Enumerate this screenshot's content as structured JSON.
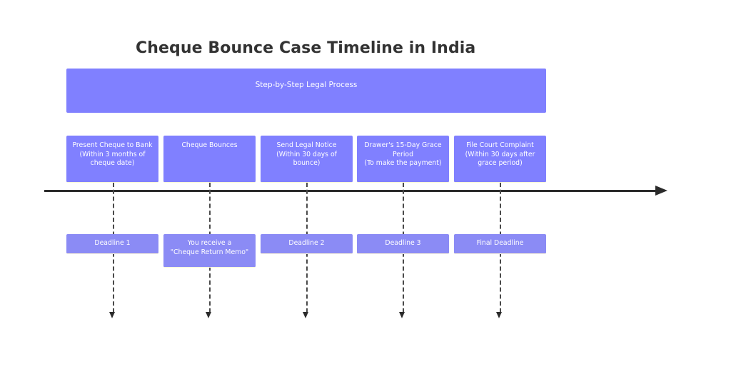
{
  "title": "Cheque Bounce Case Timeline in India",
  "banner": {
    "label": "Step-by-Step Legal Process",
    "color": "#8080ff"
  },
  "colors": {
    "box_fill": "#8080ff",
    "deadline_fill": "#8b8bf5",
    "axis": "#2b2b2b",
    "connector": "#4a4a4a",
    "title_text": "#333333",
    "box_text": "#ffffff",
    "background": "#ffffff"
  },
  "timeline": {
    "axis_arrow_direction": "right",
    "steps": [
      {
        "step_label": "Present Cheque to Bank\n(Within 3 months of cheque date)",
        "deadline_label": "Deadline 1"
      },
      {
        "step_label": "Cheque Bounces",
        "deadline_label": "You receive a\n\"Cheque Return Memo\""
      },
      {
        "step_label": "Send Legal Notice\n(Within 30 days of bounce)",
        "deadline_label": "Deadline 2"
      },
      {
        "step_label": "Drawer's 15-Day Grace Period\n(To make the payment)",
        "deadline_label": "Deadline 3"
      },
      {
        "step_label": "File Court Complaint\n(Within 30 days after grace period)",
        "deadline_label": "Final Deadline"
      }
    ]
  }
}
